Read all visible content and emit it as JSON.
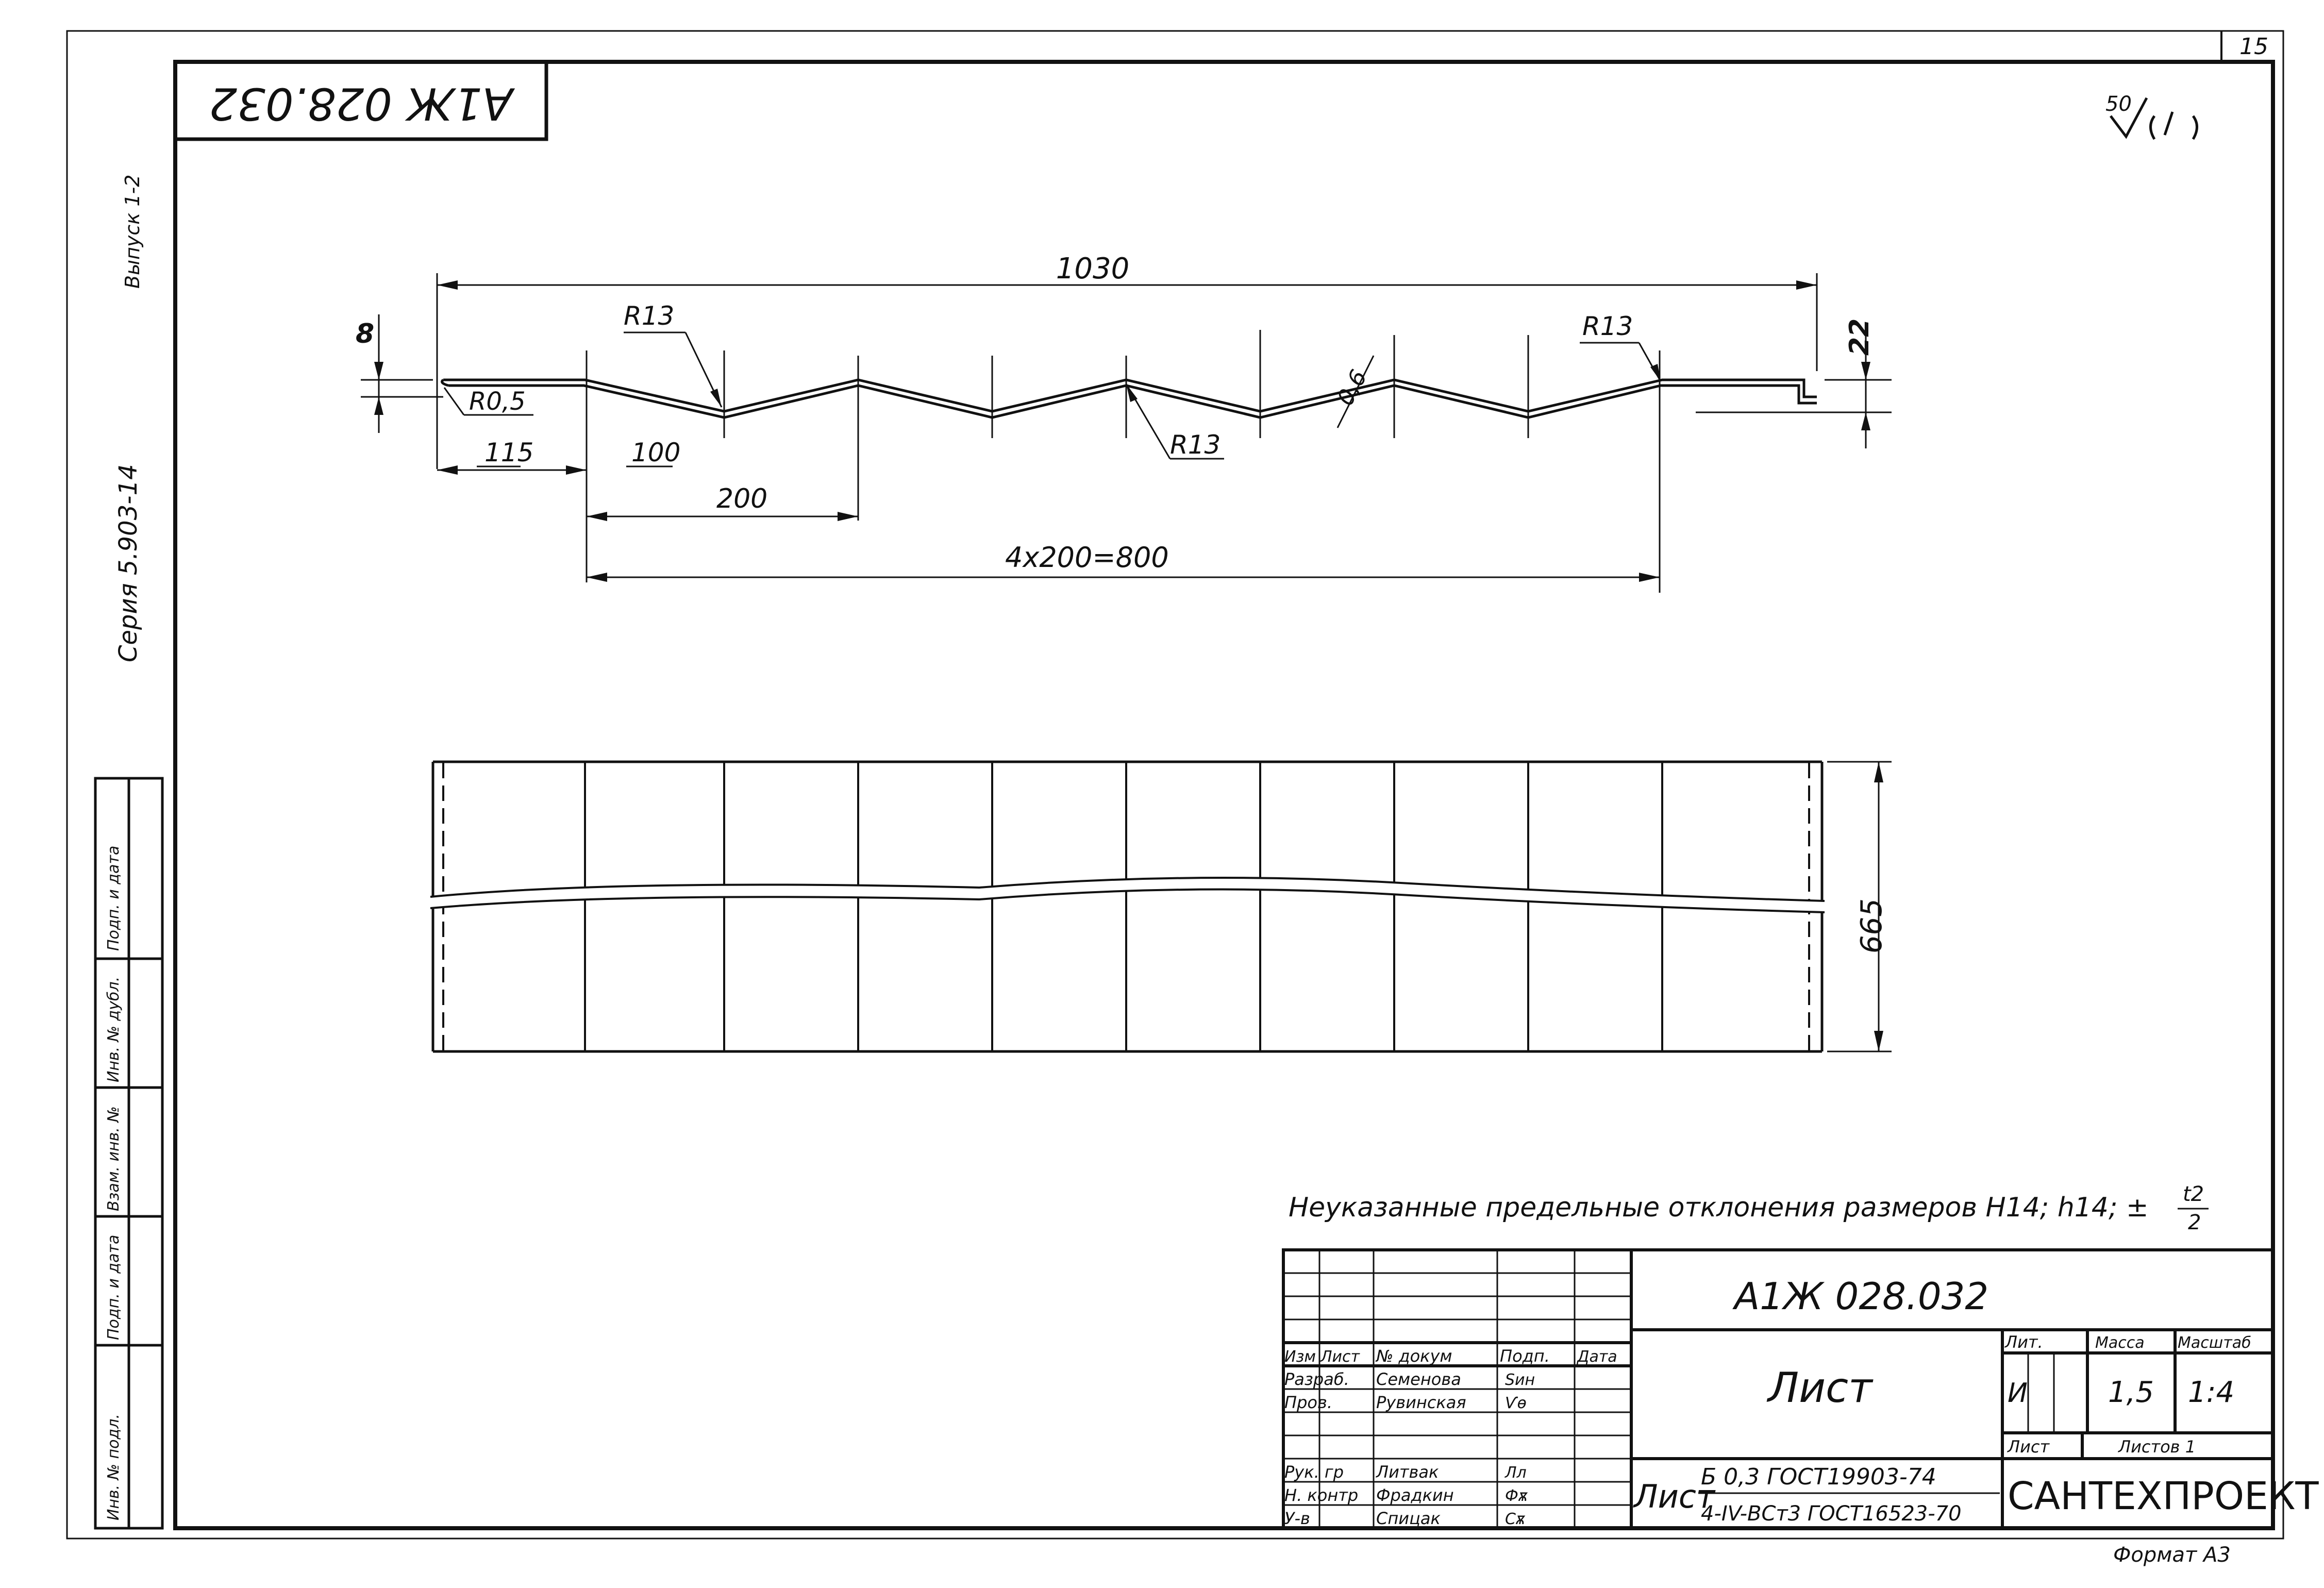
{
  "sheet_number": "15",
  "roughness_mark": "50",
  "stamp_rotated": "A1Ж 028.032",
  "left_margin": {
    "vypusk": "Выпуск 1-2",
    "seria": "Серия 5.903-14"
  },
  "margin_fields": [
    "Инв. № подл.",
    "Подп. и дата",
    "Взам. инв. №",
    "Инв. № дубл.",
    "Подп. и дата"
  ],
  "dimensions": {
    "overall": "1030",
    "height_left": "8",
    "height_right": "22",
    "r_corner": "R0,5",
    "r_bend_left": "R13",
    "r_bend_mid": "R13",
    "r_bend_right": "R13",
    "edge": "115",
    "first": "100",
    "pitch": "200",
    "pitch_total": "4x200=800",
    "thickness": "0,6",
    "width": "665"
  },
  "note": "Неуказанные предельные отклонения размеров Н14; h14; ±",
  "note_frac_num": "t2",
  "note_frac_den": "2",
  "title_block": {
    "designation": "А1Ж 028.032",
    "name": "Лист",
    "material_prefix": "Лист",
    "material_top": "Б 0,3 ГОСТ19903-74",
    "material_bottom": "4-IV-ВСт3 ГОСТ16523-70",
    "company": "САНТЕХПРОЕКТ",
    "format": "Формат А3",
    "headers": {
      "izm": "Изм",
      "list": "Лист",
      "doc": "№ докум",
      "sign": "Подп.",
      "date": "Дата",
      "lit": "Лит.",
      "mass": "Масса",
      "scale": "Масштаб",
      "sheet": "Лист",
      "sheets": "Листов 1"
    },
    "lit_value": "И",
    "mass_value": "1,5",
    "scale_value": "1:4",
    "staff": [
      {
        "role": "Разраб.",
        "name": "Семенова",
        "sign": "Ѕин"
      },
      {
        "role": "Пров.",
        "name": "Рувинская",
        "sign": "Ѵѳ"
      },
      {
        "role": "Рук. гр",
        "name": "Литвак",
        "sign": "Лл"
      },
      {
        "role": "Н. контр",
        "name": "Фрадкин",
        "sign": "Фѫ"
      },
      {
        "role": "У-в",
        "name": "Спицак",
        "sign": "Сѫ"
      }
    ]
  }
}
